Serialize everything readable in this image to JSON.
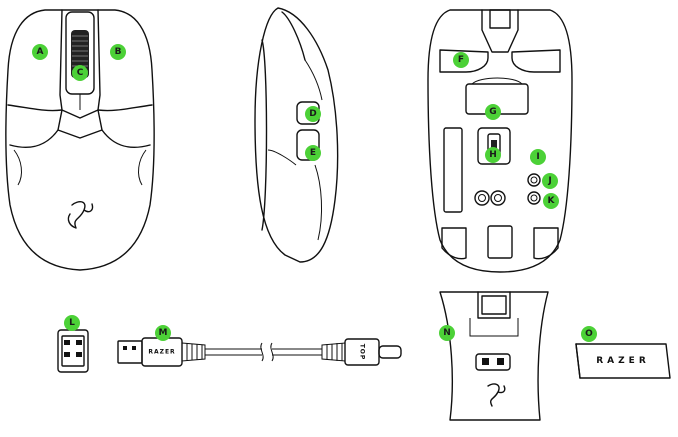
{
  "colors": {
    "callout": "#4cd137",
    "line": "#111111",
    "background": "#ffffff"
  },
  "callouts": {
    "A": "A",
    "B": "B",
    "C": "C",
    "D": "D",
    "E": "E",
    "F": "F",
    "G": "G",
    "H": "H",
    "I": "I",
    "J": "J",
    "K": "K",
    "L": "L",
    "M": "M",
    "N": "N",
    "O": "O"
  },
  "branding": {
    "dongle_text": "RAZER",
    "cable_text": "RAZER",
    "usb_c_tag": "TOP"
  }
}
